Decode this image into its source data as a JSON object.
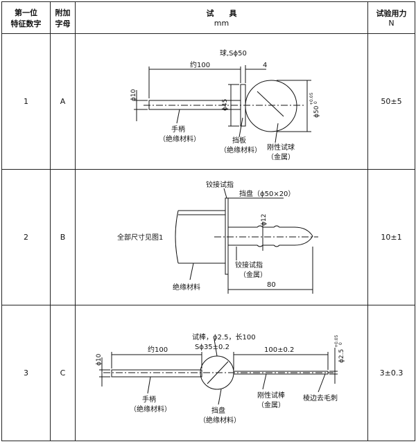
{
  "header": {
    "col1": [
      "第一位",
      "特征数字"
    ],
    "col2": [
      "附加",
      "字母"
    ],
    "col3": [
      "试　　具",
      "mm"
    ],
    "col4": [
      "试验用力",
      "N"
    ]
  },
  "rows": [
    {
      "digit": "1",
      "letter": "A",
      "force": "50±5",
      "labels": {
        "ball": "球,Sϕ50",
        "about100": "约100",
        "four": "4",
        "phi10": "ϕ10",
        "phi45": "ϕ45",
        "phi50": "ϕ50",
        "tol": "+0.05",
        "tol0": "0",
        "handle": "手柄",
        "handle_mat": "（绝缘材料）",
        "guard": "挡板",
        "guard_mat": "（绝缘材料）",
        "rigid": "刚性试球",
        "rigid_mat": "（金属）"
      }
    },
    {
      "digit": "2",
      "letter": "B",
      "force": "10±1",
      "labels": {
        "jointed": "铰接试指",
        "stop": "挡盘（ϕ50×20）",
        "full": "全部尺寸见图1",
        "phi12": "ϕ12",
        "finger": "铰接试指",
        "finger_mat": "（金属）",
        "eighty": "80",
        "insul": "绝缘材料"
      }
    },
    {
      "digit": "3",
      "letter": "C",
      "force": "3±0.3",
      "labels": {
        "rod": "试棒，ϕ2.5，长100",
        "sphere": "Sϕ35±0.2",
        "about100": "约100",
        "len": "100±0.2",
        "phi10": "ϕ10",
        "phi25": "ϕ2.5",
        "tol": "+0.05",
        "tol0": "0",
        "handle": "手柄",
        "handle_mat": "（绝缘材料）",
        "rigidrod": "刚性试棒",
        "rigidrod_mat": "（金属）",
        "deburr": "棱边去毛刺",
        "stop": "挡盘",
        "stop_mat": "（绝缘材料）"
      }
    }
  ]
}
